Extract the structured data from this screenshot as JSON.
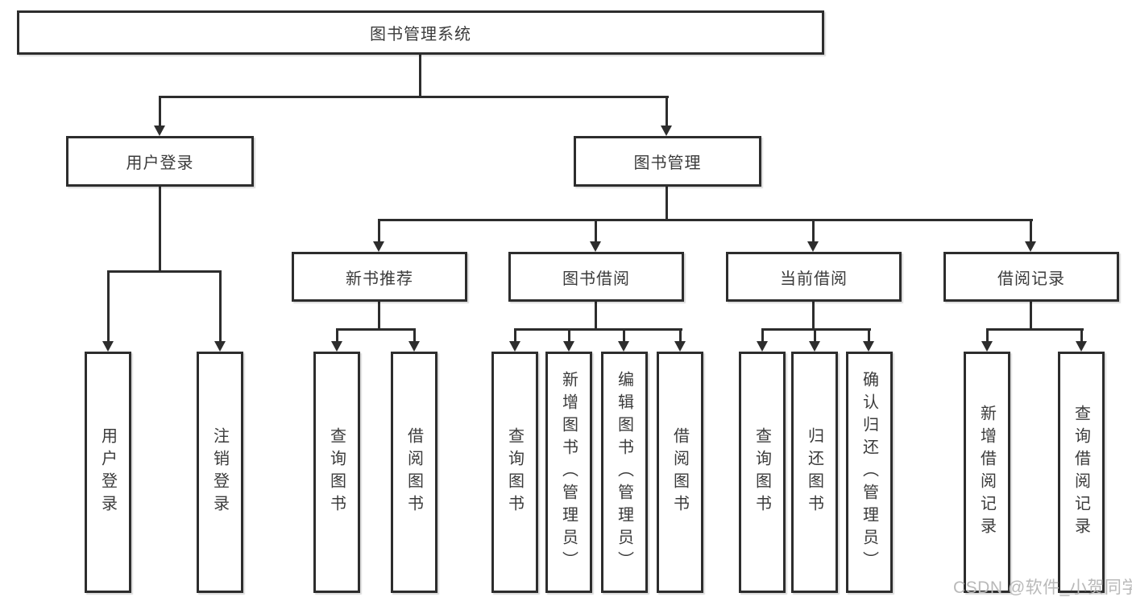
{
  "tree": {
    "label": "图书管理系统",
    "children": [
      {
        "label": "用户登录",
        "children": [
          {
            "label": "用户登录"
          },
          {
            "label": "注销登录"
          }
        ]
      },
      {
        "label": "图书管理",
        "children": [
          {
            "label": "新书推荐",
            "children": [
              {
                "label": "查询图书"
              },
              {
                "label": "借阅图书"
              }
            ]
          },
          {
            "label": "图书借阅",
            "children": [
              {
                "label": "查询图书"
              },
              {
                "label": "新增图书（管理员）"
              },
              {
                "label": "编辑图书（管理员）"
              },
              {
                "label": "借阅图书"
              }
            ]
          },
          {
            "label": "当前借阅",
            "children": [
              {
                "label": "查询图书"
              },
              {
                "label": "归还图书"
              },
              {
                "label": "确认归还（管理员）"
              }
            ]
          },
          {
            "label": "借阅记录",
            "children": [
              {
                "label": "新增借阅记录"
              },
              {
                "label": "查询借阅记录"
              }
            ]
          }
        ]
      }
    ]
  },
  "watermark": {
    "text": "CSDN @软件_小贺同学"
  },
  "colors": {
    "line": "#2d2d2d",
    "box_border": "#2d2d2d",
    "text": "#3b3b3b",
    "background": "#ffffff",
    "watermark": "#b9b9b9"
  }
}
